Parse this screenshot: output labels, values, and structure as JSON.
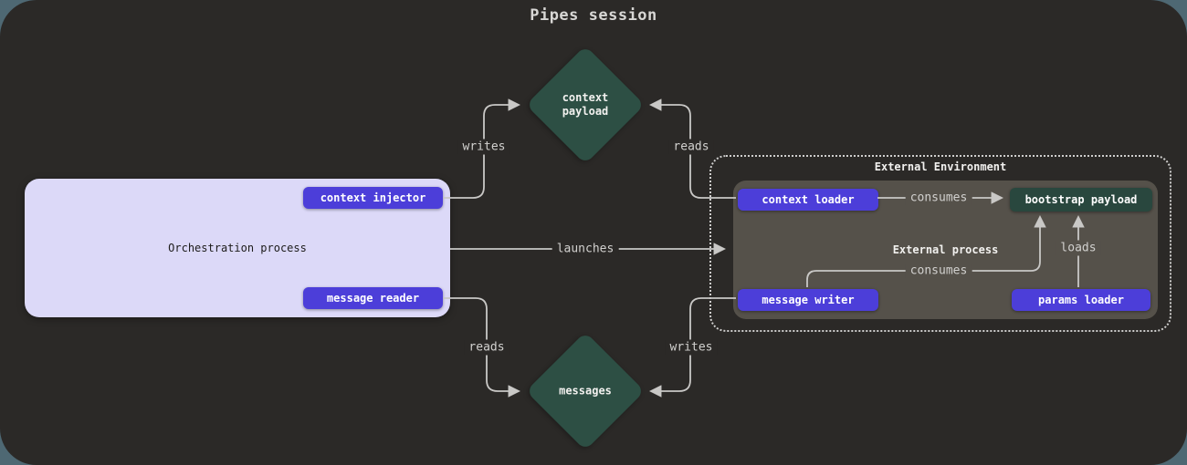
{
  "title": "Pipes session",
  "orchestration": {
    "label": "Orchestration process",
    "context_injector": "context injector",
    "message_reader": "message reader"
  },
  "payloads": {
    "context_payload": "context payload",
    "messages": "messages"
  },
  "external_environment": {
    "label": "External Environment",
    "process": {
      "label": "External process",
      "context_loader": "context loader",
      "message_writer": "message writer",
      "bootstrap_payload": "bootstrap payload",
      "params_loader": "params loader"
    }
  },
  "edges": {
    "writes_top": "writes",
    "reads_top": "reads",
    "launches": "launches",
    "reads_bottom": "reads",
    "writes_bottom": "writes",
    "consumes_top": "consumes",
    "consumes_mid": "consumes",
    "loads": "loads"
  },
  "colors": {
    "page_background": "#4e6873",
    "canvas_background": "#2b2927",
    "purple_node": "#4c3ed9",
    "green_node": "#2d4f44",
    "orchestration_box": "#dcd9f8",
    "external_process_box": "#55514a",
    "edge_line": "#c9c8c6"
  }
}
